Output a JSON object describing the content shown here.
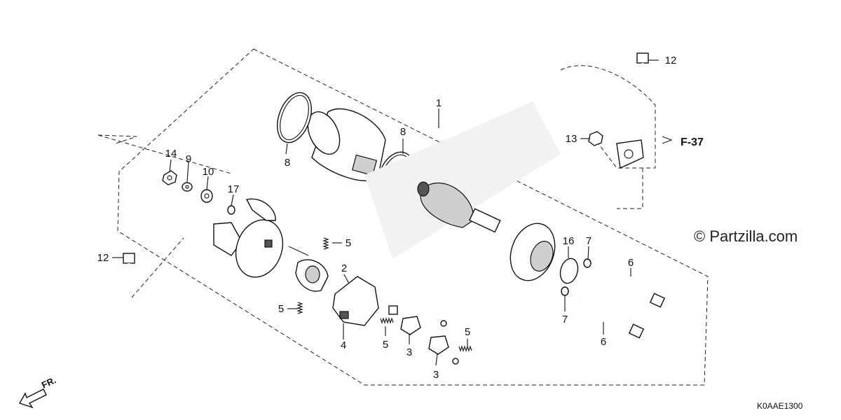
{
  "diagram": {
    "callouts": [
      {
        "id": "c1",
        "label": "1"
      },
      {
        "id": "c8a",
        "label": "8"
      },
      {
        "id": "c8b",
        "label": "8"
      },
      {
        "id": "c14",
        "label": "14"
      },
      {
        "id": "c9",
        "label": "9"
      },
      {
        "id": "c10",
        "label": "10"
      },
      {
        "id": "c17",
        "label": "17"
      },
      {
        "id": "c12a",
        "label": "12"
      },
      {
        "id": "c12b",
        "label": "12"
      },
      {
        "id": "c13",
        "label": "13"
      },
      {
        "id": "c5a",
        "label": "5"
      },
      {
        "id": "c5b",
        "label": "5"
      },
      {
        "id": "c5c",
        "label": "5"
      },
      {
        "id": "c5d",
        "label": "5"
      },
      {
        "id": "c2",
        "label": "2"
      },
      {
        "id": "c4",
        "label": "4"
      },
      {
        "id": "c3a",
        "label": "3"
      },
      {
        "id": "c3b",
        "label": "3"
      },
      {
        "id": "c16",
        "label": "16"
      },
      {
        "id": "c7a",
        "label": "7"
      },
      {
        "id": "c7b",
        "label": "7"
      },
      {
        "id": "c6a",
        "label": "6"
      },
      {
        "id": "c6b",
        "label": "6"
      }
    ],
    "reference": "F-37",
    "watermark": "© Partzilla.com",
    "direction": "FR.",
    "diagram_code": "K0AAE1300"
  }
}
